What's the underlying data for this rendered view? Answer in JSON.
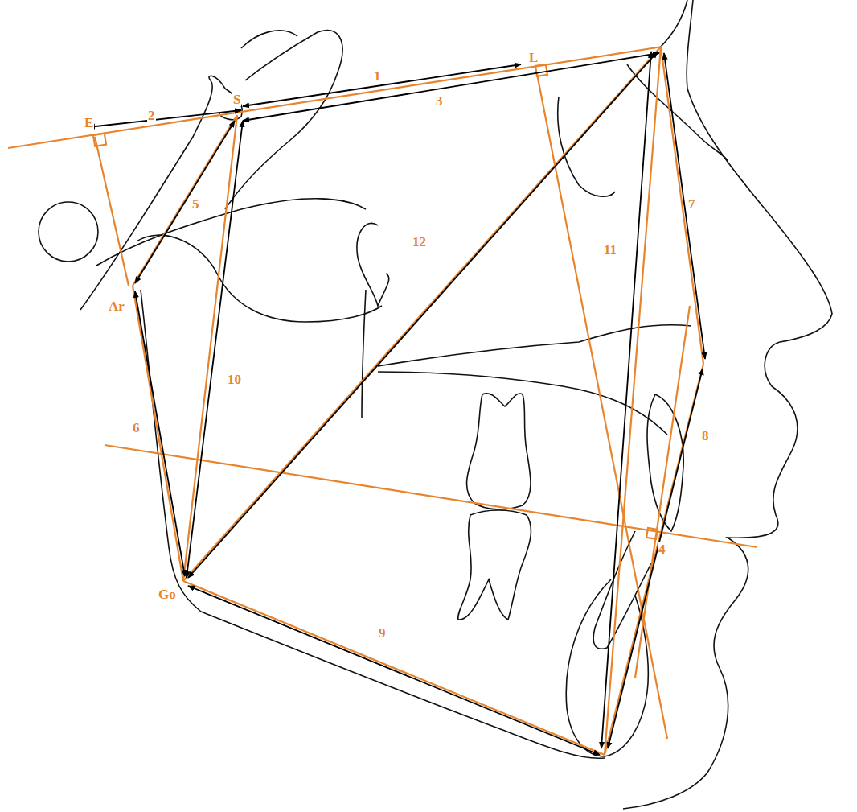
{
  "diagram": {
    "labels": [
      "L",
      "1",
      "E",
      "2",
      "S",
      "3",
      "5",
      "12",
      "11",
      "7",
      "Ar",
      "10",
      "6",
      "8",
      "4",
      "Go",
      "9"
    ]
  }
}
